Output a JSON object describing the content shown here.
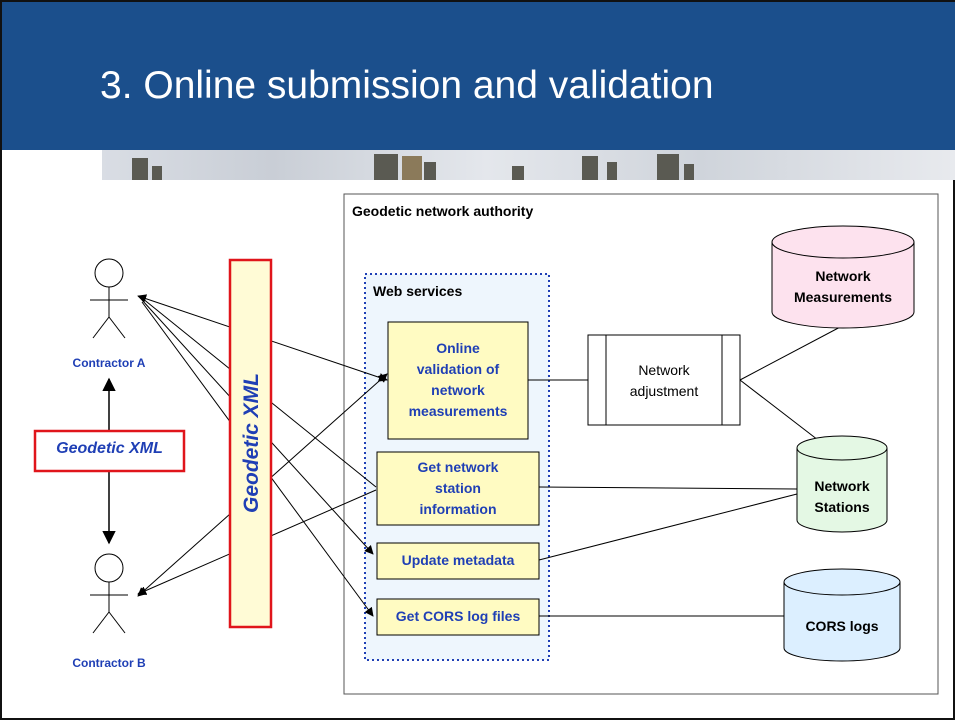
{
  "header": {
    "title": "3. Online submission and validation"
  },
  "diagram": {
    "authority_label": "Geodetic network authority",
    "web_services_label": "Web services",
    "actors": {
      "a": "Contractor A",
      "b": "Contractor B"
    },
    "xml_horizontal": "Geodetic XML",
    "xml_vertical": "Geodetic XML",
    "services": {
      "validation": [
        "Online",
        "validation of",
        "network",
        "measurements"
      ],
      "station_info": [
        "Get network",
        "station",
        "information"
      ],
      "update_metadata": "Update metadata",
      "cors_logs_files": "Get CORS log files"
    },
    "adjustment": [
      "Network",
      "adjustment"
    ],
    "databases": {
      "measurements": [
        "Network",
        "Measurements"
      ],
      "stations": [
        "Network",
        "Stations"
      ],
      "cors": "CORS logs"
    },
    "colors": {
      "header_bg": "#1b4f8c",
      "service_fill": "#fffbc2",
      "service_text": "#1f3fb5",
      "web_services_bg": "#eef6fd",
      "xml_border": "#e0151b",
      "db_measurements": "#fde2ee",
      "db_stations": "#e4f8e4",
      "db_cors": "#dcefff"
    }
  }
}
